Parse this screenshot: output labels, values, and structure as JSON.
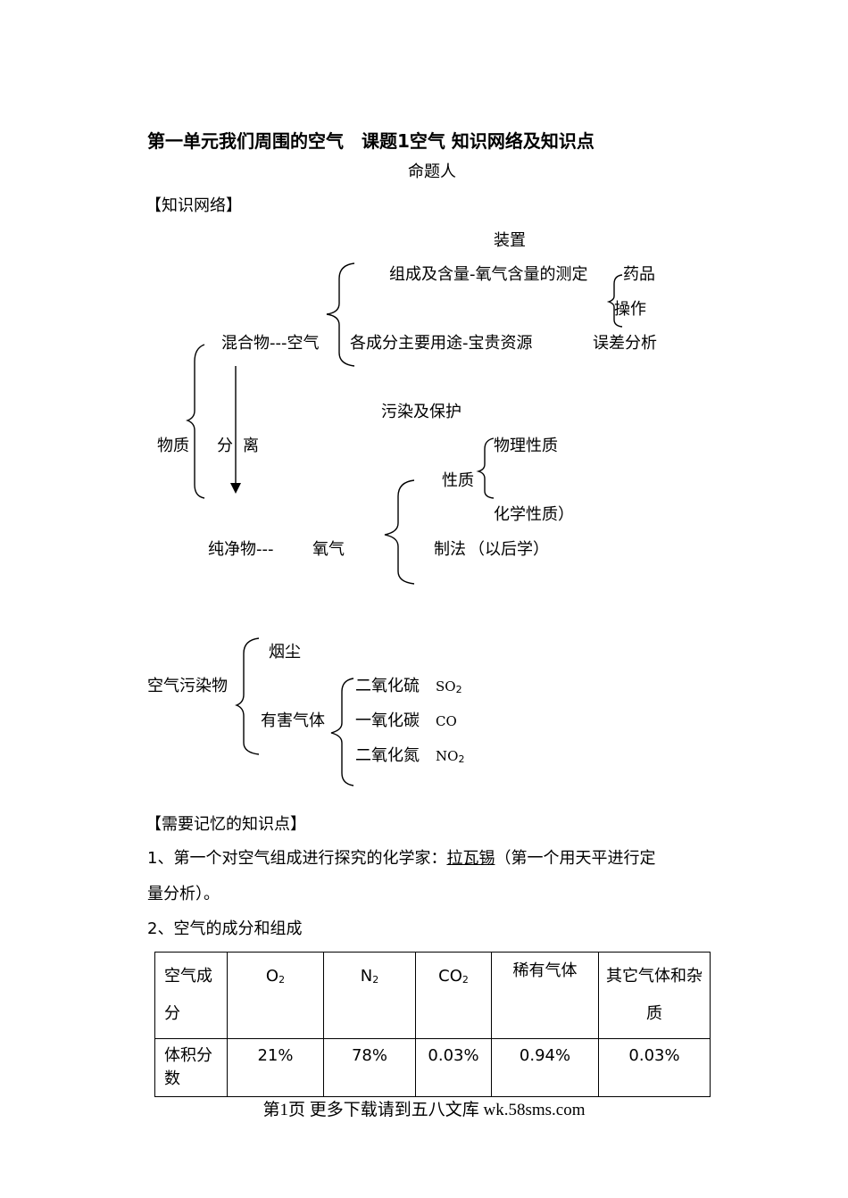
{
  "title": "第一单元我们周围的空气　课题1空气  知识网络及知识点",
  "author_label": "命题人",
  "section1": "【知识网络】",
  "network": {
    "apparatus": "装置",
    "composition": "组成及含量-氧气含量的测定",
    "reagents": "药品",
    "operation": "操作",
    "mixture": "混合物---空气",
    "uses": "各成分主要用途-宝贵资源",
    "error": "误差分析",
    "pollution": "污染及保护",
    "matter": "物质",
    "separate1": "分",
    "separate2": "离",
    "physical": "物理性质",
    "properties": "性质",
    "chemical": "化学性质）",
    "pure": "纯净物---",
    "oxygen": "氧气",
    "preparation": "制法",
    "later": "（以后学）"
  },
  "pollutants": {
    "root": "空气污染物",
    "dust": "烟尘",
    "harmful": "有害气体",
    "items": [
      {
        "name": "二氧化硫",
        "formula": "SO",
        "sub": "2"
      },
      {
        "name": "一氧化碳",
        "formula": "CO",
        "sub": ""
      },
      {
        "name": "二氧化氮",
        "formula": "NO",
        "sub": "2"
      }
    ]
  },
  "section2": "【需要记忆的知识点】",
  "point1": {
    "prefix": "1、第一个对空气组成进行探究的化学家：",
    "name": "拉瓦锡",
    "suffix": "（第一个用天平进行定",
    "line2": "量分析）。"
  },
  "point2": "2、空气的成分和组成",
  "table": {
    "header": [
      "空气成分",
      "O",
      "N",
      "CO",
      "稀有气体",
      "其它气体和杂质"
    ],
    "header_subs": [
      "",
      "2",
      "2",
      "2",
      "",
      ""
    ],
    "row": [
      "体积分数",
      "21%",
      "78%",
      "0.03%",
      "0.94%",
      "0.03%"
    ]
  },
  "footer": "第1页 更多下载请到五八文库 wk.58sms.com"
}
